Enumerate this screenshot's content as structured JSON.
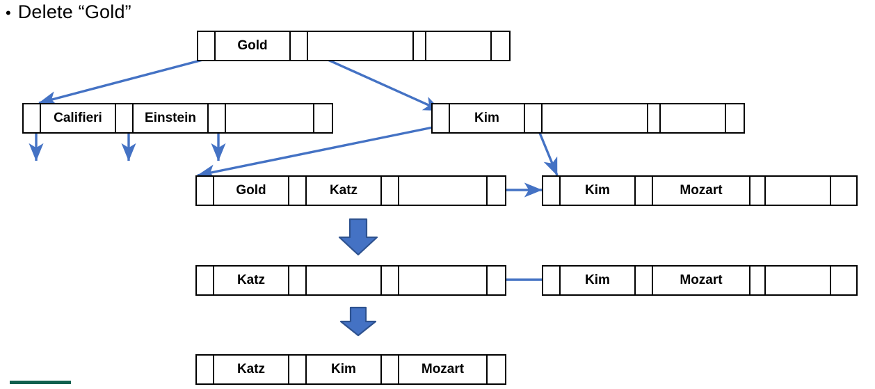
{
  "slide": {
    "bullet_marker": "•",
    "heading": "Delete “Gold”",
    "accent_color": "#4472c4",
    "arrow_fill": "#4472c4",
    "arrow_stroke": "#2e528f",
    "rule_color": "#10604f"
  },
  "tree_before": {
    "root": {
      "name": "root-node",
      "cells": [
        {
          "type": "pointer",
          "label": ""
        },
        {
          "type": "key",
          "label": "Gold"
        },
        {
          "type": "pointer",
          "label": ""
        },
        {
          "type": "empty",
          "label": ""
        },
        {
          "type": "pointer",
          "label": ""
        },
        {
          "type": "empty",
          "label": ""
        },
        {
          "type": "pointer",
          "label": ""
        }
      ]
    },
    "internal_left": {
      "name": "internal-node-califieri-einstein",
      "cells": [
        {
          "type": "pointer",
          "label": ""
        },
        {
          "type": "key",
          "label": "Califieri"
        },
        {
          "type": "pointer",
          "label": ""
        },
        {
          "type": "key",
          "label": "Einstein"
        },
        {
          "type": "pointer",
          "label": ""
        },
        {
          "type": "empty",
          "label": ""
        },
        {
          "type": "pointer",
          "label": ""
        }
      ]
    },
    "internal_right": {
      "name": "internal-node-kim",
      "cells": [
        {
          "type": "pointer",
          "label": ""
        },
        {
          "type": "key",
          "label": "Kim"
        },
        {
          "type": "pointer",
          "label": ""
        },
        {
          "type": "empty",
          "label": ""
        },
        {
          "type": "pointer",
          "label": ""
        },
        {
          "type": "empty",
          "label": ""
        },
        {
          "type": "pointer",
          "label": ""
        }
      ]
    },
    "leaf_left": {
      "name": "leaf-node-gold-katz",
      "cells": [
        {
          "type": "pointer",
          "label": ""
        },
        {
          "type": "key",
          "label": "Gold"
        },
        {
          "type": "pointer",
          "label": ""
        },
        {
          "type": "key",
          "label": "Katz"
        },
        {
          "type": "pointer",
          "label": ""
        },
        {
          "type": "empty",
          "label": ""
        },
        {
          "type": "pointer",
          "label": ""
        }
      ]
    },
    "leaf_right": {
      "name": "leaf-node-kim-mozart",
      "cells": [
        {
          "type": "pointer",
          "label": ""
        },
        {
          "type": "key",
          "label": "Kim"
        },
        {
          "type": "pointer",
          "label": ""
        },
        {
          "type": "key",
          "label": "Mozart"
        },
        {
          "type": "pointer",
          "label": ""
        },
        {
          "type": "empty",
          "label": ""
        },
        {
          "type": "pointer",
          "label": ""
        }
      ]
    }
  },
  "step_two": {
    "leaf_left": {
      "name": "leaf-node-katz",
      "cells": [
        {
          "type": "pointer",
          "label": ""
        },
        {
          "type": "key",
          "label": "Katz"
        },
        {
          "type": "pointer",
          "label": ""
        },
        {
          "type": "empty",
          "label": ""
        },
        {
          "type": "pointer",
          "label": ""
        },
        {
          "type": "empty",
          "label": ""
        },
        {
          "type": "pointer",
          "label": ""
        }
      ]
    },
    "leaf_right": {
      "name": "leaf-node-kim-mozart-2",
      "cells": [
        {
          "type": "pointer",
          "label": ""
        },
        {
          "type": "key",
          "label": "Kim"
        },
        {
          "type": "pointer",
          "label": ""
        },
        {
          "type": "key",
          "label": "Mozart"
        },
        {
          "type": "pointer",
          "label": ""
        },
        {
          "type": "empty",
          "label": ""
        },
        {
          "type": "pointer",
          "label": ""
        }
      ]
    }
  },
  "step_three": {
    "leaf_merged": {
      "name": "leaf-node-katz-kim-mozart",
      "cells": [
        {
          "type": "pointer",
          "label": ""
        },
        {
          "type": "key",
          "label": "Katz"
        },
        {
          "type": "pointer",
          "label": ""
        },
        {
          "type": "key",
          "label": "Kim"
        },
        {
          "type": "pointer",
          "label": ""
        },
        {
          "type": "key",
          "label": "Mozart"
        },
        {
          "type": "pointer",
          "label": ""
        }
      ]
    }
  },
  "transitions": [
    {
      "name": "step-arrow-1",
      "label": ""
    },
    {
      "name": "step-arrow-2",
      "label": ""
    }
  ]
}
